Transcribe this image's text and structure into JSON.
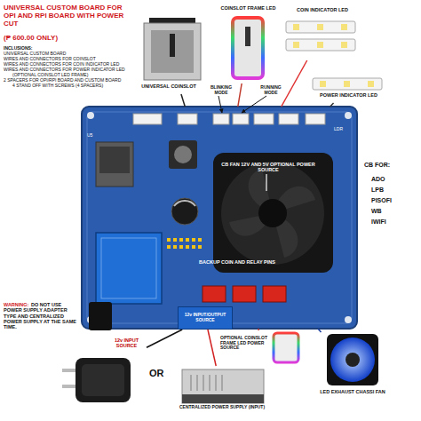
{
  "diagram": {
    "title": "UNIVERSAL CUSTOM BOARD FOR OPI AND RPI BOARD WITH POWER CUT",
    "nodes": [
      {
        "text": [
          "CB FAN 12V AND 5V OPTIONAL POWER SOURCE",
          "BACKUP COIN AND RELAY PINS"
        ]
      },
      {
        "text": [
          "12v INPUT/OUTPUT SOURCE"
        ],
        "in": 0
      },
      {
        "text": [
          "UNIVERSAL COINSLOT"
        ]
      },
      {
        "text": [
          "COINSLOT FRAME LED"
        ]
      },
      {
        "text": [
          "COIN INDICATOR LED"
        ]
      },
      {
        "text": [
          "POWER INDICATOR LED"
        ]
      },
      {
        "text": [
          "12v INPUT SOURCE"
        ]
      },
      {
        "text": [
          "OPTIONAL COINSLOT FRAME LED POWER SOURCE"
        ]
      },
      {
        "text": [
          "LED EXHAUST CHASSI FAN"
        ]
      },
      {
        "text": [
          "CENTRALIZED POWER SUPPLY (INPUT)"
        ]
      }
    ],
    "edges": [
      {
        "from": 2,
        "to": 0,
        "arrow": "none"
      },
      {
        "from": 3,
        "to": 0,
        "arrow": "none"
      },
      {
        "from": 4,
        "to": 0,
        "arrow": "none"
      },
      {
        "from": 5,
        "to": 0,
        "arrow": "none"
      },
      {
        "from": 6,
        "to": 1,
        "arrow": "none"
      },
      {
        "from": 9,
        "to": 1,
        "arrow": "none"
      },
      {
        "from": 7,
        "to": 0,
        "arrow": "none"
      },
      {
        "from": 8,
        "to": 0,
        "arrow": "none"
      }
    ],
    "labels": [
      "(₱ 600.00 ONLY)",
      "INCLUSIONS:",
      "UNIVERSAL CUSTOM BOARD",
      "WIRES AND CONNECTORS FOR COINSLOT",
      "WIRES AND CONNECTORS  FOR COIN INDICATOR LED",
      "WIRES AND CONNECTORS FOR POWER INDICATOR LED",
      "(OPTIONAL COINSLOT LED FRAME)",
      "2 SPACERS FOR OPI/RPI BOARD AND CUSTOM BOARD",
      "4 STAND OFF WITH SCREWS (4 SPACERS)",
      "BLINKING MODE",
      "RUNNING MODE",
      "CB FOR:",
      "ADO",
      "LPB",
      "PISOFI",
      "WB",
      "IWIFI",
      "WARNING:",
      "DO NOT USE POWER SUPPLY ADAPTER TYPE AND CENTRALIZED POWER SUPPLY AT THE SAME TIME.",
      "OR",
      "LDR",
      "U5"
    ]
  }
}
